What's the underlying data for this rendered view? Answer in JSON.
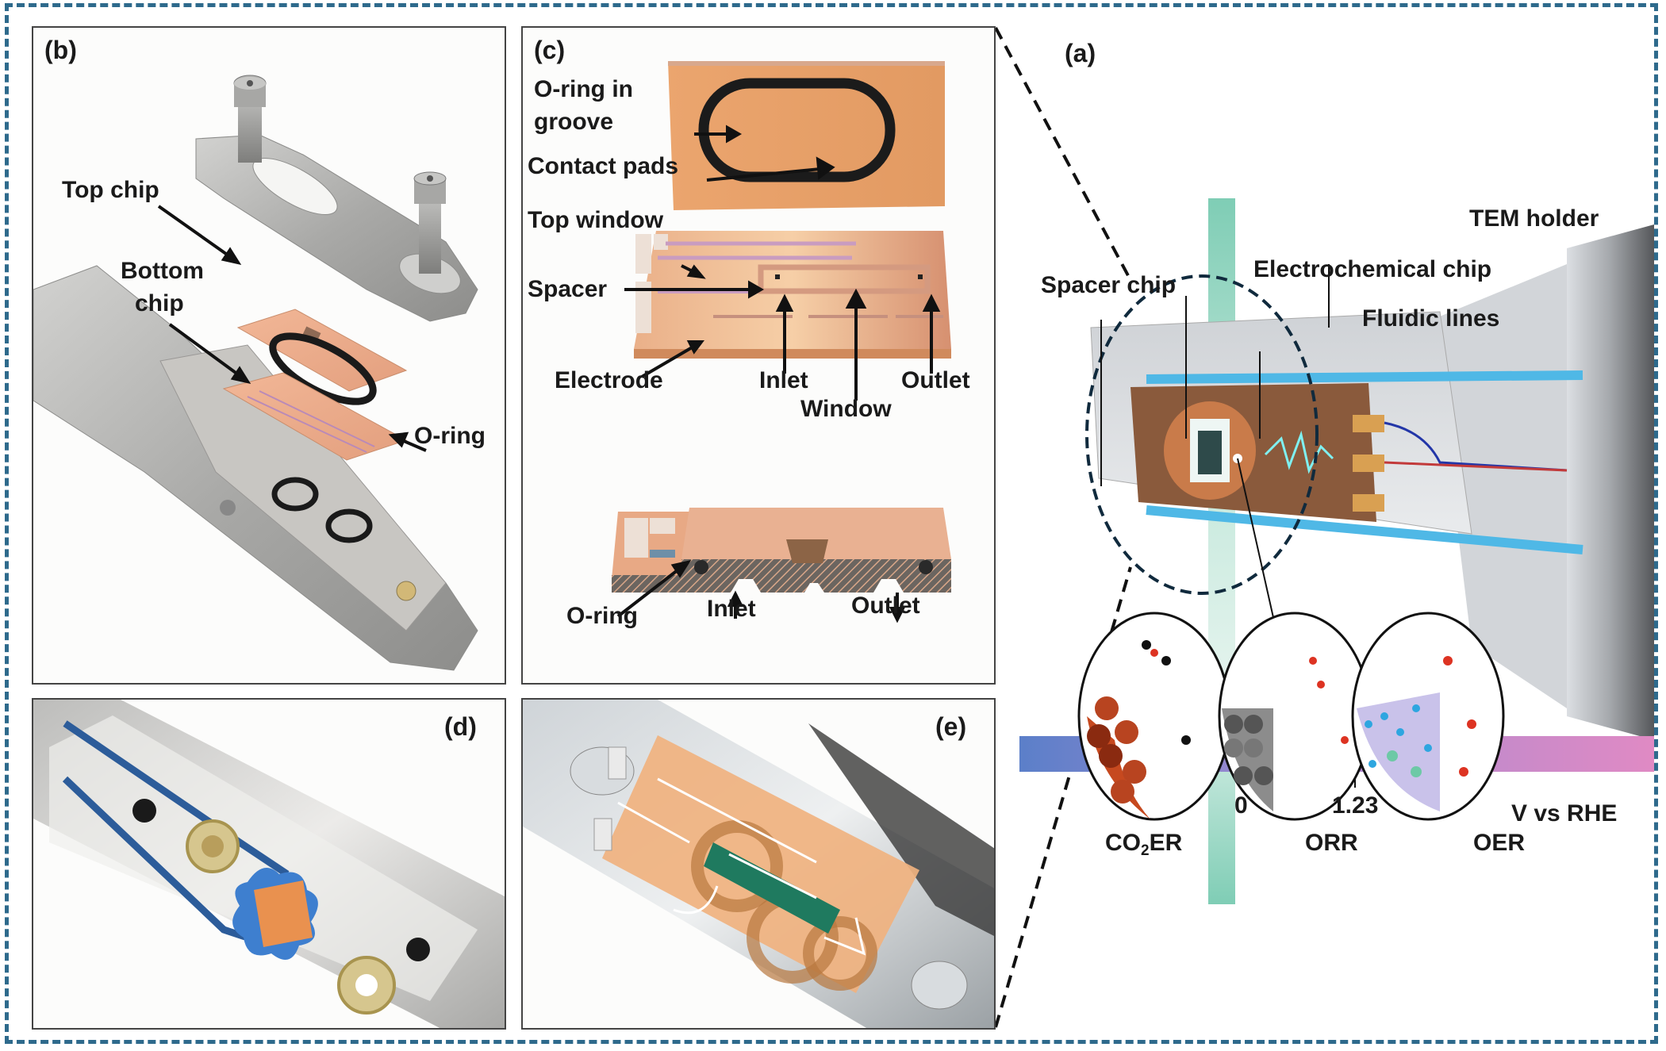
{
  "figure": {
    "border_color": "#2e6a8c",
    "panels": {
      "a": {
        "label": "(a)",
        "callouts": {
          "tem_holder": "TEM holder",
          "electrochemical_chip": "Electrochemical chip",
          "spacer_chip": "Spacer chip",
          "fluidic_lines": "Fluidic lines"
        },
        "potential_axis": {
          "tick_zero": "0",
          "tick_123": "1.23",
          "unit": "V vs RHE"
        },
        "reactions": {
          "co2er_prefix": "CO",
          "co2er_sub": "2",
          "co2er_suffix": "ER",
          "orr": "ORR",
          "oer": "OER"
        }
      },
      "b": {
        "label": "(b)",
        "callouts": {
          "top_chip": "Top chip",
          "bottom_chip_line1": "Bottom",
          "bottom_chip_line2": "chip",
          "o_ring": "O-ring"
        }
      },
      "c": {
        "label": "(c)",
        "callouts": {
          "o_ring_groove_line1": "O-ring in",
          "o_ring_groove_line2": "groove",
          "contact_pads": "Contact pads",
          "top_window": "Top window",
          "spacer": "Spacer",
          "electrode": "Electrode",
          "inlet_top": "Inlet",
          "window": "Window",
          "outlet_top": "Outlet",
          "o_ring_cross": "O-ring",
          "inlet_cross": "Inlet",
          "outlet_cross": "Outlet"
        }
      },
      "d": {
        "label": "(d)"
      },
      "e": {
        "label": "(e)"
      }
    },
    "colors": {
      "copper_chip": "#e9a273",
      "o_ring": "#1c1c1c",
      "steel": "#b8b8b6",
      "fluid_blue": "#4fb8e6",
      "beam_green": "#7fcdb5",
      "band_blue": "#5b7fc9",
      "band_purple": "#a88ad1",
      "band_pink": "#e08ac4"
    }
  }
}
